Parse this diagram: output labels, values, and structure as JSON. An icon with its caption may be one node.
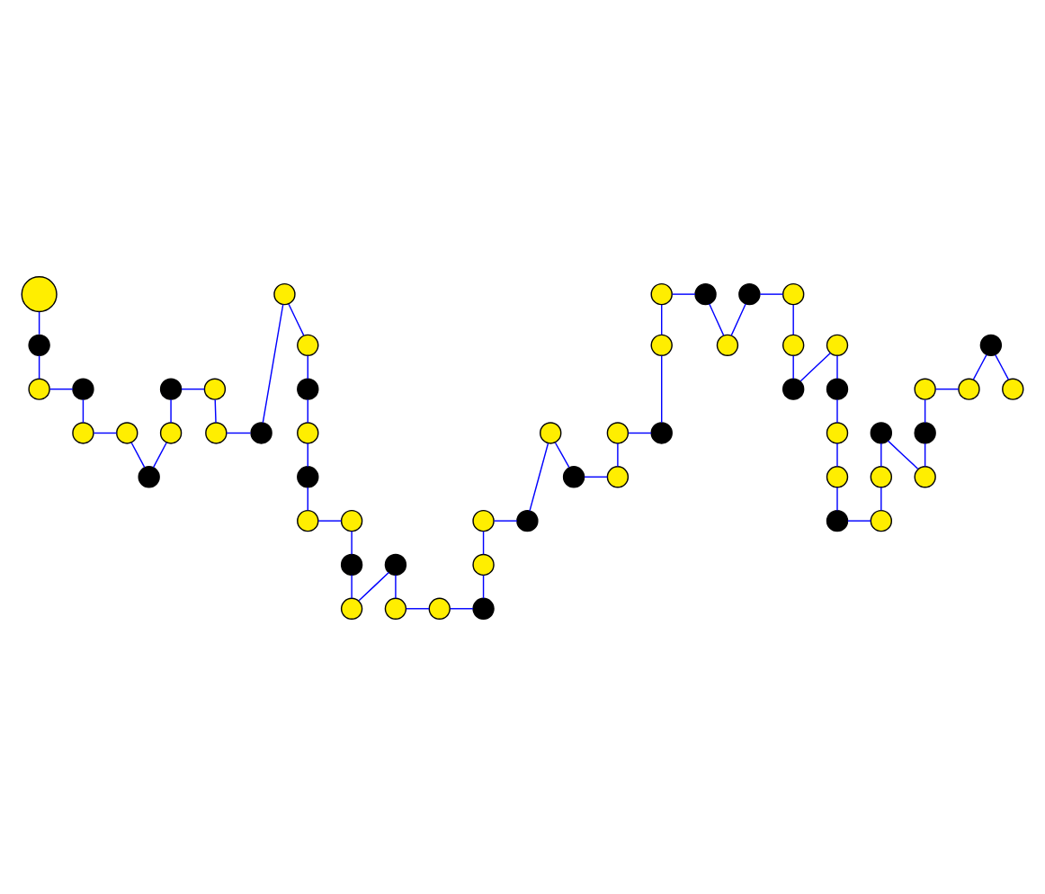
{
  "diagram": {
    "nodes": [
      {
        "text": [],
        "shape": "circle"
      },
      {
        "text": [],
        "shape": "circle"
      },
      {
        "text": [],
        "shape": "circle"
      },
      {
        "text": [],
        "shape": "circle"
      },
      {
        "text": [],
        "shape": "circle"
      },
      {
        "text": [],
        "shape": "circle"
      },
      {
        "text": [],
        "shape": "circle"
      },
      {
        "text": [],
        "shape": "circle"
      },
      {
        "text": [],
        "shape": "circle"
      },
      {
        "text": [],
        "shape": "circle"
      },
      {
        "text": [],
        "shape": "circle"
      },
      {
        "text": [],
        "shape": "circle"
      },
      {
        "text": [],
        "shape": "circle"
      },
      {
        "text": [],
        "shape": "circle"
      },
      {
        "text": [],
        "shape": "circle"
      },
      {
        "text": [],
        "shape": "circle"
      },
      {
        "text": [],
        "shape": "circle"
      },
      {
        "text": [],
        "shape": "circle"
      },
      {
        "text": [],
        "shape": "circle"
      },
      {
        "text": [],
        "shape": "circle"
      },
      {
        "text": [],
        "shape": "circle"
      },
      {
        "text": [],
        "shape": "circle"
      },
      {
        "text": [],
        "shape": "circle"
      },
      {
        "text": [],
        "shape": "circle"
      },
      {
        "text": [],
        "shape": "circle"
      },
      {
        "text": [],
        "shape": "circle"
      },
      {
        "text": [],
        "shape": "circle"
      },
      {
        "text": [],
        "shape": "circle"
      },
      {
        "text": [],
        "shape": "circle"
      },
      {
        "text": [],
        "shape": "circle"
      },
      {
        "text": [],
        "shape": "circle"
      },
      {
        "text": [],
        "shape": "circle"
      },
      {
        "text": [],
        "shape": "circle"
      },
      {
        "text": [],
        "shape": "circle"
      },
      {
        "text": [],
        "shape": "circle"
      },
      {
        "text": [],
        "shape": "circle"
      },
      {
        "text": [],
        "shape": "circle"
      },
      {
        "text": [],
        "shape": "circle"
      },
      {
        "text": [],
        "shape": "circle"
      },
      {
        "text": [],
        "shape": "circle"
      },
      {
        "text": [],
        "shape": "circle"
      },
      {
        "text": [],
        "shape": "circle"
      },
      {
        "text": [],
        "shape": "circle"
      },
      {
        "text": [],
        "shape": "circle"
      },
      {
        "text": [],
        "shape": "circle"
      },
      {
        "text": [],
        "shape": "circle"
      },
      {
        "text": [],
        "shape": "circle"
      },
      {
        "text": [],
        "shape": "circle"
      },
      {
        "text": [],
        "shape": "circle"
      },
      {
        "text": [],
        "shape": "circle"
      },
      {
        "text": [],
        "shape": "circle"
      },
      {
        "text": [],
        "shape": "circle"
      },
      {
        "text": [],
        "shape": "circle"
      },
      {
        "text": [],
        "shape": "circle"
      },
      {
        "text": [],
        "shape": "circle"
      }
    ],
    "edges": [
      {
        "from": 0,
        "to": 1,
        "arrow": "none"
      },
      {
        "from": 1,
        "to": 2,
        "arrow": "none"
      },
      {
        "from": 2,
        "to": 3,
        "arrow": "none"
      },
      {
        "from": 3,
        "to": 4,
        "arrow": "none"
      },
      {
        "from": 4,
        "to": 5,
        "arrow": "none"
      },
      {
        "from": 5,
        "to": 6,
        "arrow": "none"
      },
      {
        "from": 6,
        "to": 7,
        "arrow": "none"
      },
      {
        "from": 7,
        "to": 8,
        "arrow": "none"
      },
      {
        "from": 8,
        "to": 9,
        "arrow": "none"
      },
      {
        "from": 9,
        "to": 10,
        "arrow": "none"
      },
      {
        "from": 10,
        "to": 11,
        "arrow": "none"
      },
      {
        "from": 11,
        "to": 12,
        "arrow": "none"
      },
      {
        "from": 12,
        "to": 13,
        "arrow": "none"
      },
      {
        "from": 13,
        "to": 14,
        "arrow": "none"
      },
      {
        "from": 14,
        "to": 15,
        "arrow": "none"
      },
      {
        "from": 15,
        "to": 16,
        "arrow": "none"
      },
      {
        "from": 16,
        "to": 17,
        "arrow": "none"
      },
      {
        "from": 17,
        "to": 18,
        "arrow": "none"
      },
      {
        "from": 18,
        "to": 19,
        "arrow": "none"
      },
      {
        "from": 19,
        "to": 20,
        "arrow": "none"
      },
      {
        "from": 20,
        "to": 21,
        "arrow": "none"
      },
      {
        "from": 21,
        "to": 22,
        "arrow": "none"
      },
      {
        "from": 22,
        "to": 23,
        "arrow": "none"
      },
      {
        "from": 23,
        "to": 24,
        "arrow": "none"
      },
      {
        "from": 24,
        "to": 25,
        "arrow": "none"
      },
      {
        "from": 25,
        "to": 26,
        "arrow": "none"
      },
      {
        "from": 26,
        "to": 27,
        "arrow": "none"
      },
      {
        "from": 27,
        "to": 28,
        "arrow": "none"
      },
      {
        "from": 28,
        "to": 29,
        "arrow": "none"
      },
      {
        "from": 29,
        "to": 30,
        "arrow": "none"
      },
      {
        "from": 30,
        "to": 31,
        "arrow": "none"
      },
      {
        "from": 31,
        "to": 32,
        "arrow": "none"
      },
      {
        "from": 32,
        "to": 33,
        "arrow": "none"
      },
      {
        "from": 33,
        "to": 34,
        "arrow": "none"
      },
      {
        "from": 34,
        "to": 35,
        "arrow": "none"
      },
      {
        "from": 35,
        "to": 36,
        "arrow": "none"
      },
      {
        "from": 36,
        "to": 37,
        "arrow": "none"
      },
      {
        "from": 37,
        "to": 38,
        "arrow": "none"
      },
      {
        "from": 38,
        "to": 39,
        "arrow": "none"
      },
      {
        "from": 39,
        "to": 40,
        "arrow": "none"
      },
      {
        "from": 40,
        "to": 41,
        "arrow": "none"
      },
      {
        "from": 41,
        "to": 42,
        "arrow": "none"
      },
      {
        "from": 42,
        "to": 43,
        "arrow": "none"
      },
      {
        "from": 43,
        "to": 44,
        "arrow": "none"
      },
      {
        "from": 44,
        "to": 45,
        "arrow": "none"
      },
      {
        "from": 45,
        "to": 46,
        "arrow": "none"
      },
      {
        "from": 46,
        "to": 47,
        "arrow": "none"
      },
      {
        "from": 47,
        "to": 48,
        "arrow": "none"
      },
      {
        "from": 48,
        "to": 49,
        "arrow": "none"
      },
      {
        "from": 49,
        "to": 50,
        "arrow": "none"
      },
      {
        "from": 50,
        "to": 51,
        "arrow": "none"
      },
      {
        "from": 51,
        "to": 52,
        "arrow": "none"
      },
      {
        "from": 52,
        "to": 53,
        "arrow": "none"
      },
      {
        "from": 53,
        "to": 54,
        "arrow": "none"
      }
    ]
  }
}
